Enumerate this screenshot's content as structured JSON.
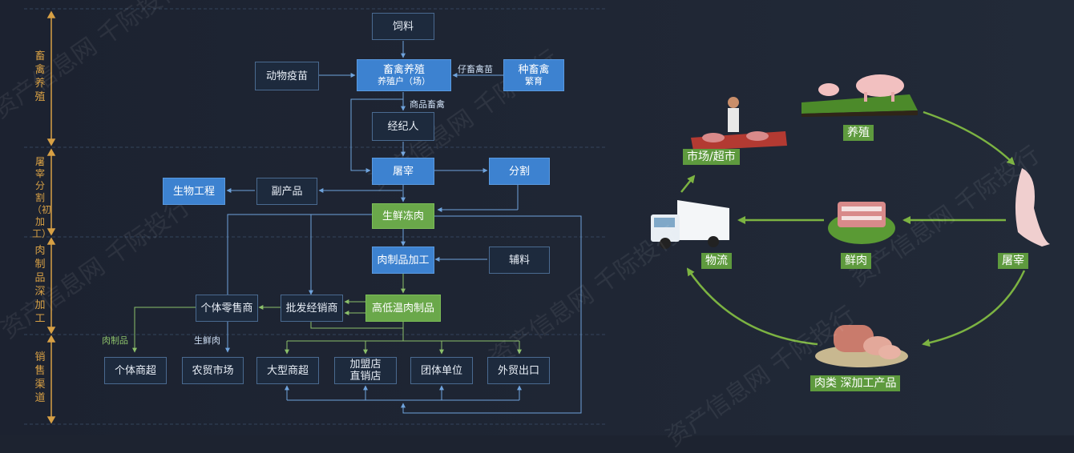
{
  "stages": [
    {
      "label": "畜禽养殖"
    },
    {
      "label": "屠宰分割（初加工）"
    },
    {
      "label": "肉制品深加工"
    },
    {
      "label": "销售渠道"
    }
  ],
  "flow": {
    "feed": "饲料",
    "vaccine": "动物疫苗",
    "breeding": "畜禽养殖",
    "breeding_sub": "养殖户（场）",
    "piglet_label": "仔畜禽苗",
    "breed_stock": "种畜禽",
    "breed_stock_sub": "繁育",
    "goods_label": "商品畜禽",
    "broker": "经纪人",
    "slaughter": "屠宰",
    "cutting": "分割",
    "byproduct": "副产品",
    "bioengineering": "生物工程",
    "fresh_frozen": "生鲜冻肉",
    "meat_processing": "肉制品加工",
    "auxiliary": "辅料",
    "retailer": "个体零售商",
    "wholesaler": "批发经销商",
    "temp_meat": "高低温肉制品",
    "meat_product_label": "肉制品",
    "fresh_meat_label": "生鲜肉",
    "channels": {
      "individual": "个体商超",
      "farmers_market": "农贸市场",
      "supermarket": "大型商超",
      "franchise_line1": "加盟店",
      "franchise_line2": "直销店",
      "group": "团体单位",
      "export": "外贸出口"
    }
  },
  "cycle": {
    "farming": "养殖",
    "slaughter": "屠宰",
    "fresh": "鲜肉",
    "logistics": "物流",
    "market": "市场/超市",
    "processed": "肉类 深加工产品"
  },
  "watermark": "资产信息网 千际投行",
  "colors": {
    "background": "#1d2330",
    "dark_box": "#1d2a3d",
    "blue_box": "#3d82d0",
    "green_box": "#6aa84a",
    "stage_text": "#d7a045",
    "cycle_arrow": "#7cb342"
  }
}
